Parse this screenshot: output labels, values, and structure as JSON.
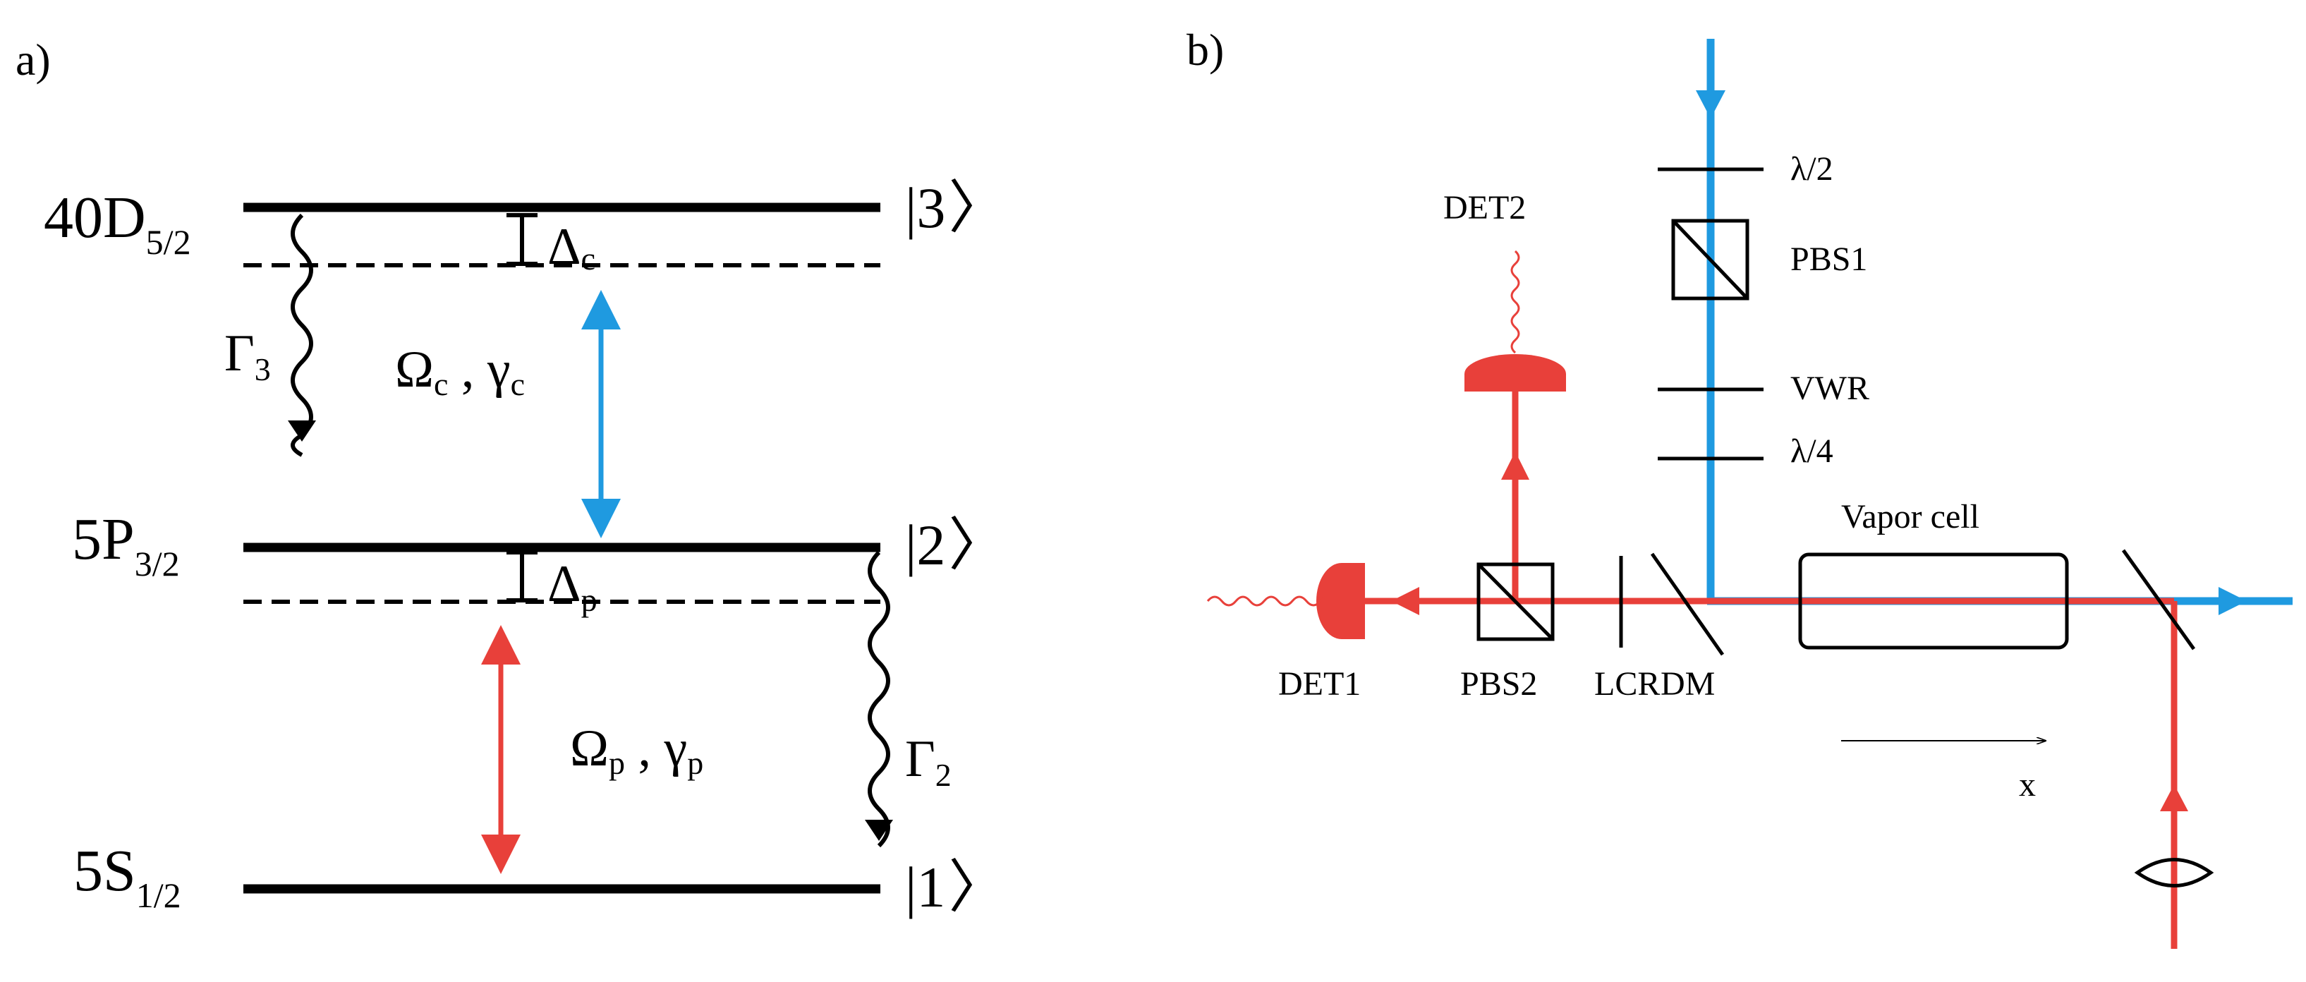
{
  "colors": {
    "coupling_blue": "#1f9ae0",
    "probe_red": "#e8403a",
    "black": "#000000"
  },
  "panel_a": {
    "label": "a)",
    "levels": {
      "rydberg": {
        "main": "40D",
        "sub": "5/2",
        "ket": "|3",
        "ket_close": "〉"
      },
      "excited": {
        "main": "5P",
        "sub": "3/2",
        "ket": "|2",
        "ket_close": "〉"
      },
      "ground": {
        "main": "5S",
        "sub": "1/2",
        "ket": "|1",
        "ket_close": "〉"
      }
    },
    "detuning_c": {
      "sym": "Δ",
      "sub": "c"
    },
    "detuning_p": {
      "sym": "Δ",
      "sub": "p"
    },
    "coupling": {
      "omega": "Ω",
      "omega_sub": "c",
      "sep": " , ",
      "gamma": "γ",
      "gamma_sub": "c"
    },
    "probe": {
      "omega": "Ω",
      "omega_sub": "p",
      "sep": " , ",
      "gamma": "γ",
      "gamma_sub": "p"
    },
    "decay_3": {
      "sym": "Γ",
      "sub": "3"
    },
    "decay_2": {
      "sym": "Γ",
      "sub": "2"
    }
  },
  "panel_b": {
    "label": "b)",
    "components": {
      "half_wave": "λ/2",
      "pbs1": "PBS1",
      "vwr": "VWR",
      "quarter_wave": "λ/4",
      "det2": "DET2",
      "vapor_cell": "Vapor cell",
      "det1": "DET1",
      "pbs2": "PBS2",
      "lcr": "LCR",
      "dm": "DM",
      "x_axis": "x"
    }
  }
}
